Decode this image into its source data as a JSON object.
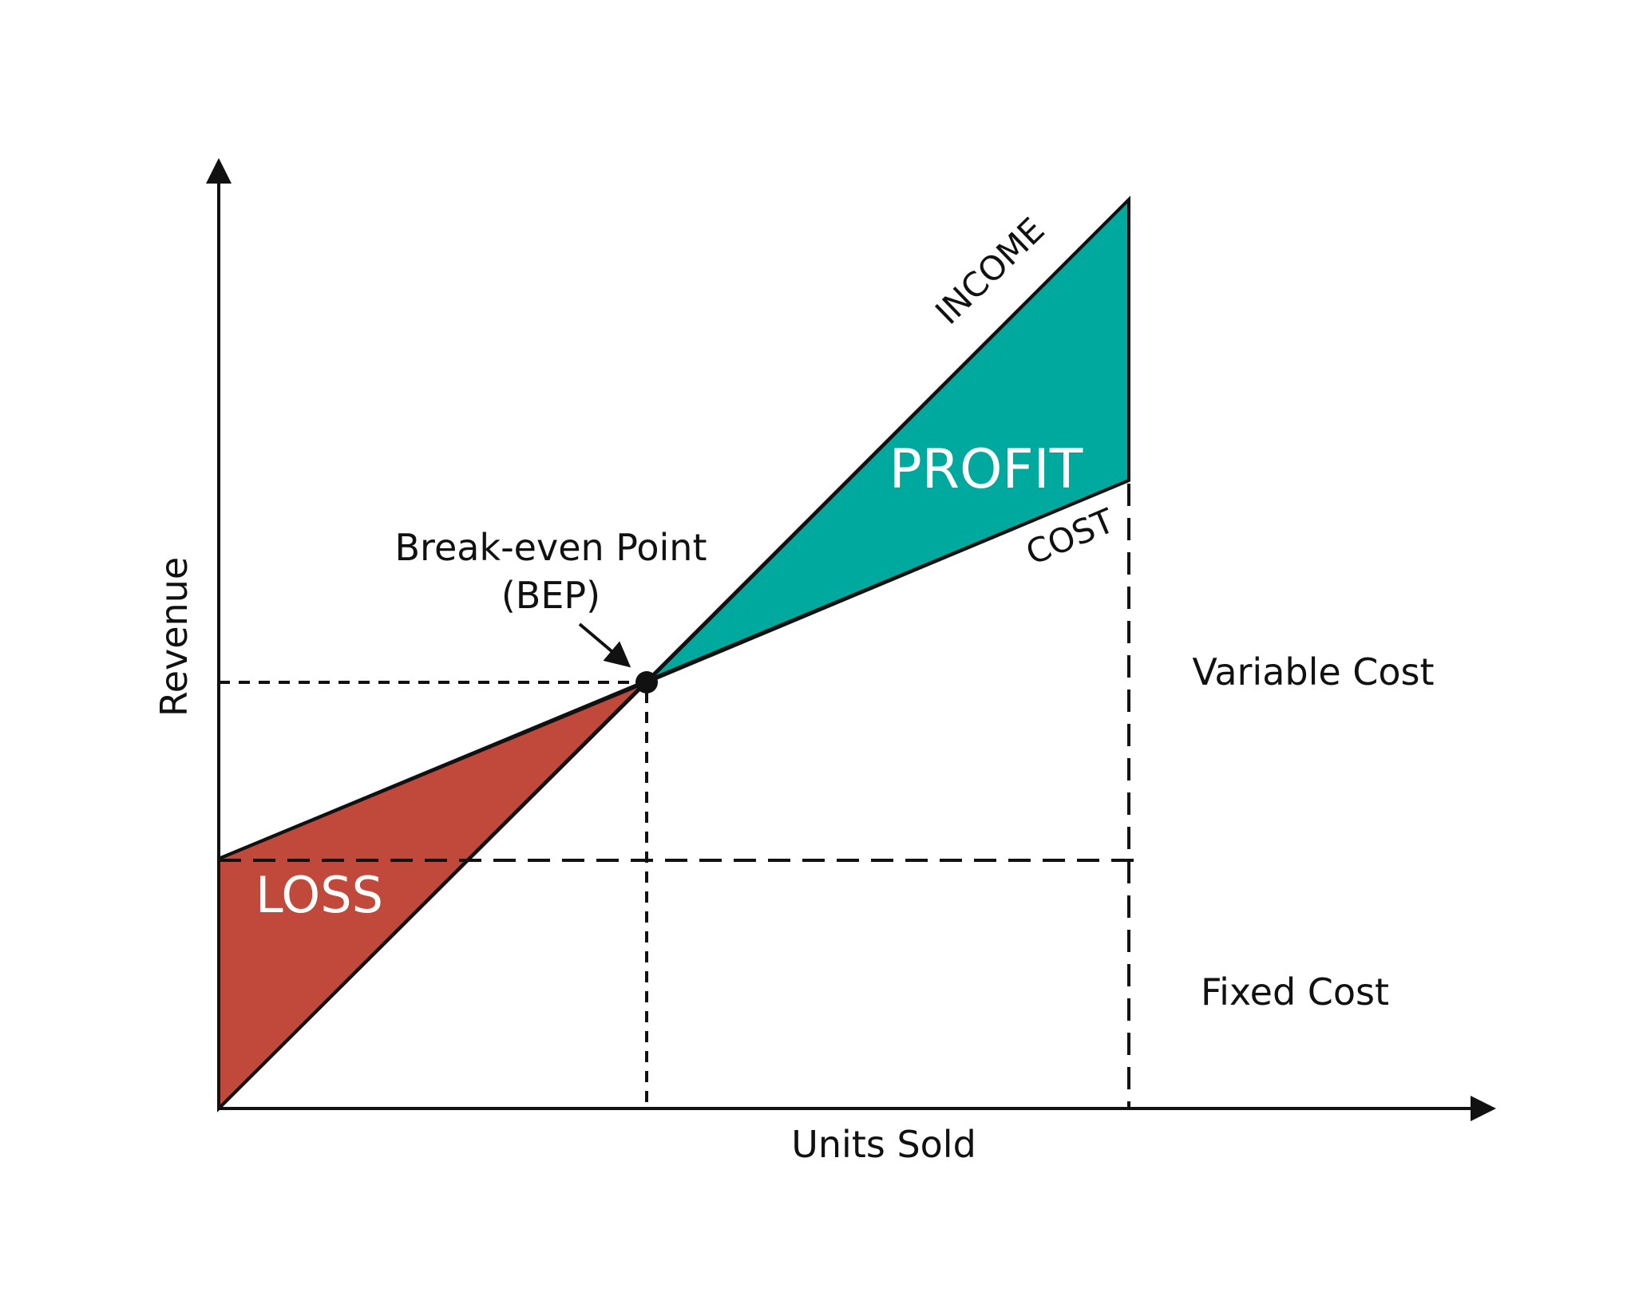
{
  "axes": {
    "x_label": "Units Sold",
    "y_label": "Revenue"
  },
  "lines": {
    "income_label": "INCOME",
    "cost_label": "COST"
  },
  "regions": {
    "profit_label": "PROFIT",
    "loss_label": "LOSS"
  },
  "bep": {
    "label_line1": "Break-even Point",
    "label_line2": "(BEP)"
  },
  "cost_components": {
    "variable_label": "Variable Cost",
    "fixed_label": "Fixed Cost"
  },
  "colors": {
    "profit": "#00A99D",
    "loss": "#C0493C",
    "line": "#111111",
    "background": "#FFFFFF"
  }
}
